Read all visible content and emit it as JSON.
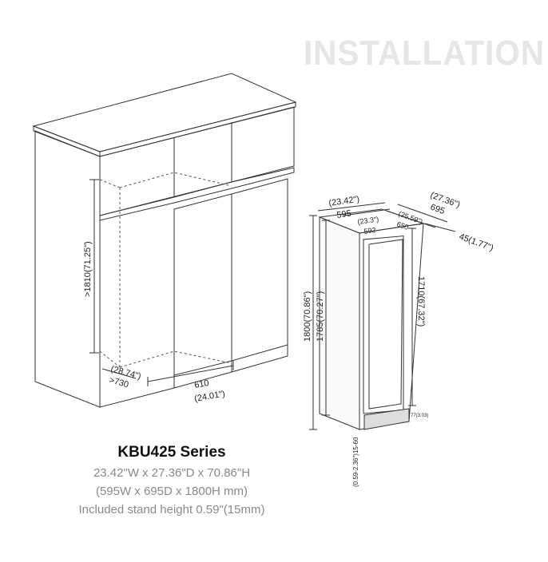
{
  "heading": "INSTALLATION",
  "caption": {
    "model": "KBU425 Series",
    "inches": "23.42\"W x 27.36\"D x 70.86\"H",
    "mm": "(595W x 695D x 1800H mm)",
    "stand": "Included stand height 0.59\"(15mm)"
  },
  "cabinet_dims": {
    "height": ">1810(71.25\")",
    "depth_in": "(28.74\")",
    "depth_mm": ">730",
    "width_mm": "610",
    "width_in": "(24.01\")"
  },
  "unit_dims": {
    "width_in": "(23.42\")",
    "width_mm": "595",
    "inner_width_in": "(23.3\")",
    "inner_width_mm": "592",
    "depth_in": "(27.36\")",
    "depth_mm": "695",
    "body_depth_in": "(25.59\")",
    "body_depth_mm": "650",
    "door": "45(1.77\")",
    "height_total": "1800(70.86\")",
    "height_body": "1785(70.27\")",
    "height_door": "1710(67.32\")",
    "foot": "77(3.03)",
    "stand": "(0.59-2.36\")15-60"
  }
}
